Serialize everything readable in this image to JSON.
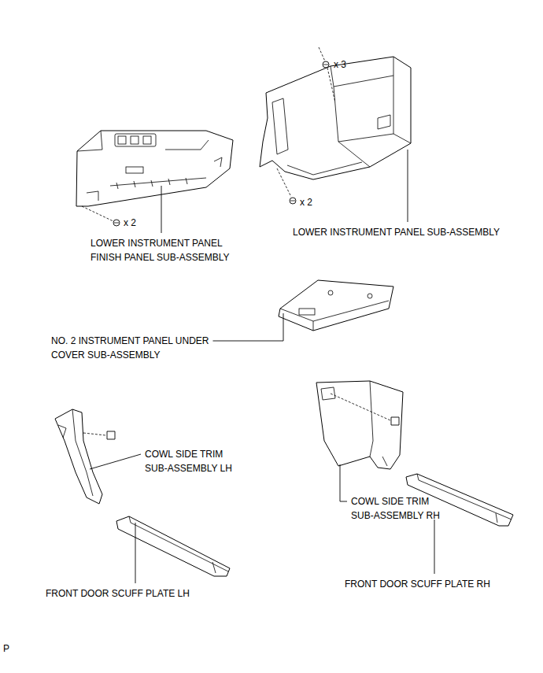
{
  "diagram": {
    "labels": [
      "x 3",
      "x 2",
      "x 2",
      "LOWER INSTRUMENT PANEL FINISH PANEL SUB-ASSEMBLY",
      "LOWER INSTRUMENT PANEL SUB-ASSEMBLY",
      "NO. 2 INSTRUMENT PANEL UNDER COVER SUB-ASSEMBLY",
      "COWL SIDE TRIM SUB-ASSEMBLY LH",
      "COWL SIDE TRIM SUB-ASSEMBLY RH",
      "FRONT DOOR SCUFF PLATE LH",
      "FRONT DOOR SCUFF PLATE RH",
      "P"
    ]
  }
}
